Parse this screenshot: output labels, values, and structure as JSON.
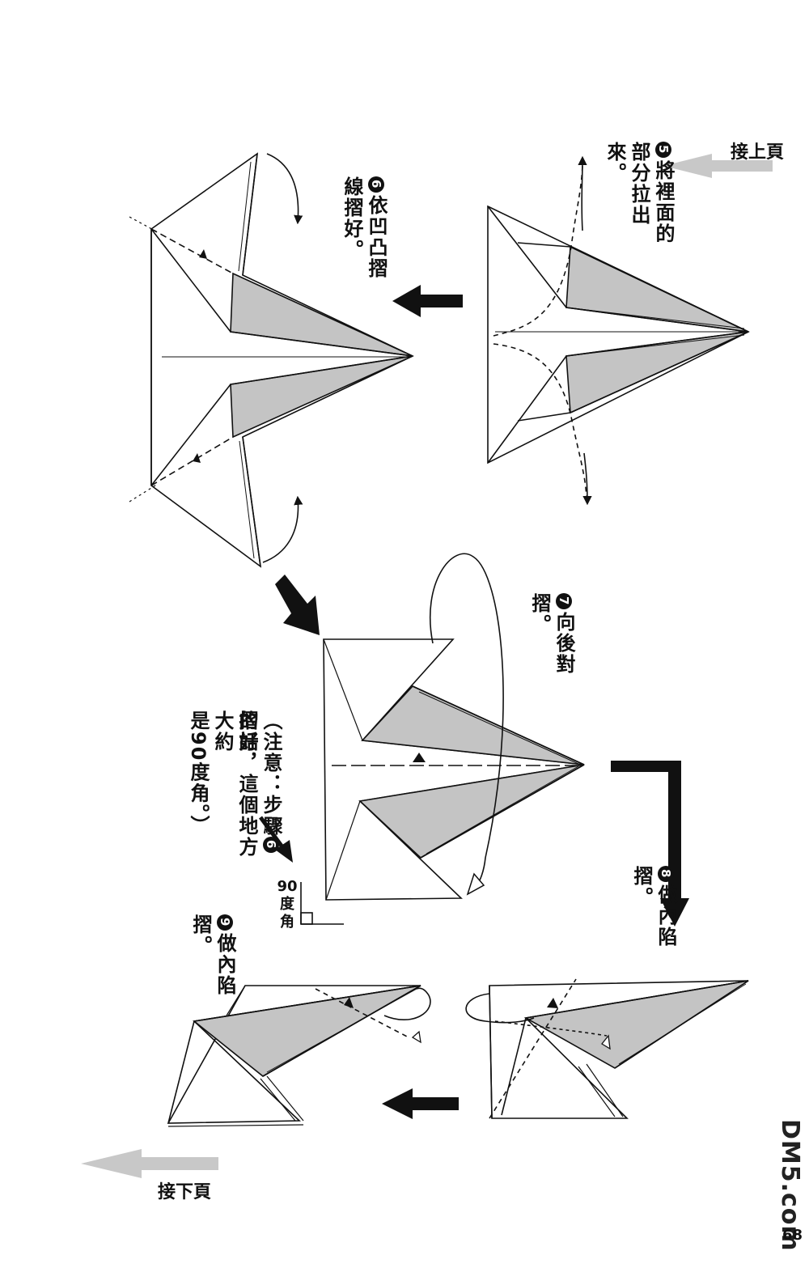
{
  "nav": {
    "continued_from": "接上頁",
    "continued_to": "接下頁"
  },
  "steps": [
    {
      "number": "5",
      "text": "將裡面的部分拉出來。"
    },
    {
      "number": "6",
      "text": "依凹凸摺線摺好。"
    },
    {
      "number": "7",
      "text": "向後對摺。"
    },
    {
      "number": "8",
      "text": "做內陷摺。"
    },
    {
      "number": "9",
      "text": "做內陷摺。"
    }
  ],
  "note": {
    "line1": "（注意：步驟",
    "step_ref": "6",
    "line1b": "摺好",
    "line2": "的話，這個地方大約",
    "line3": "是90度角。）"
  },
  "angle_label": {
    "value": "90",
    "unit_line1": "度",
    "unit_line2": "角"
  },
  "page_number": "68",
  "watermark": "DM5.com",
  "colors": {
    "shade": "#c4c4c4",
    "ink": "#111111",
    "hint_arrow": "#bdbdbd"
  }
}
